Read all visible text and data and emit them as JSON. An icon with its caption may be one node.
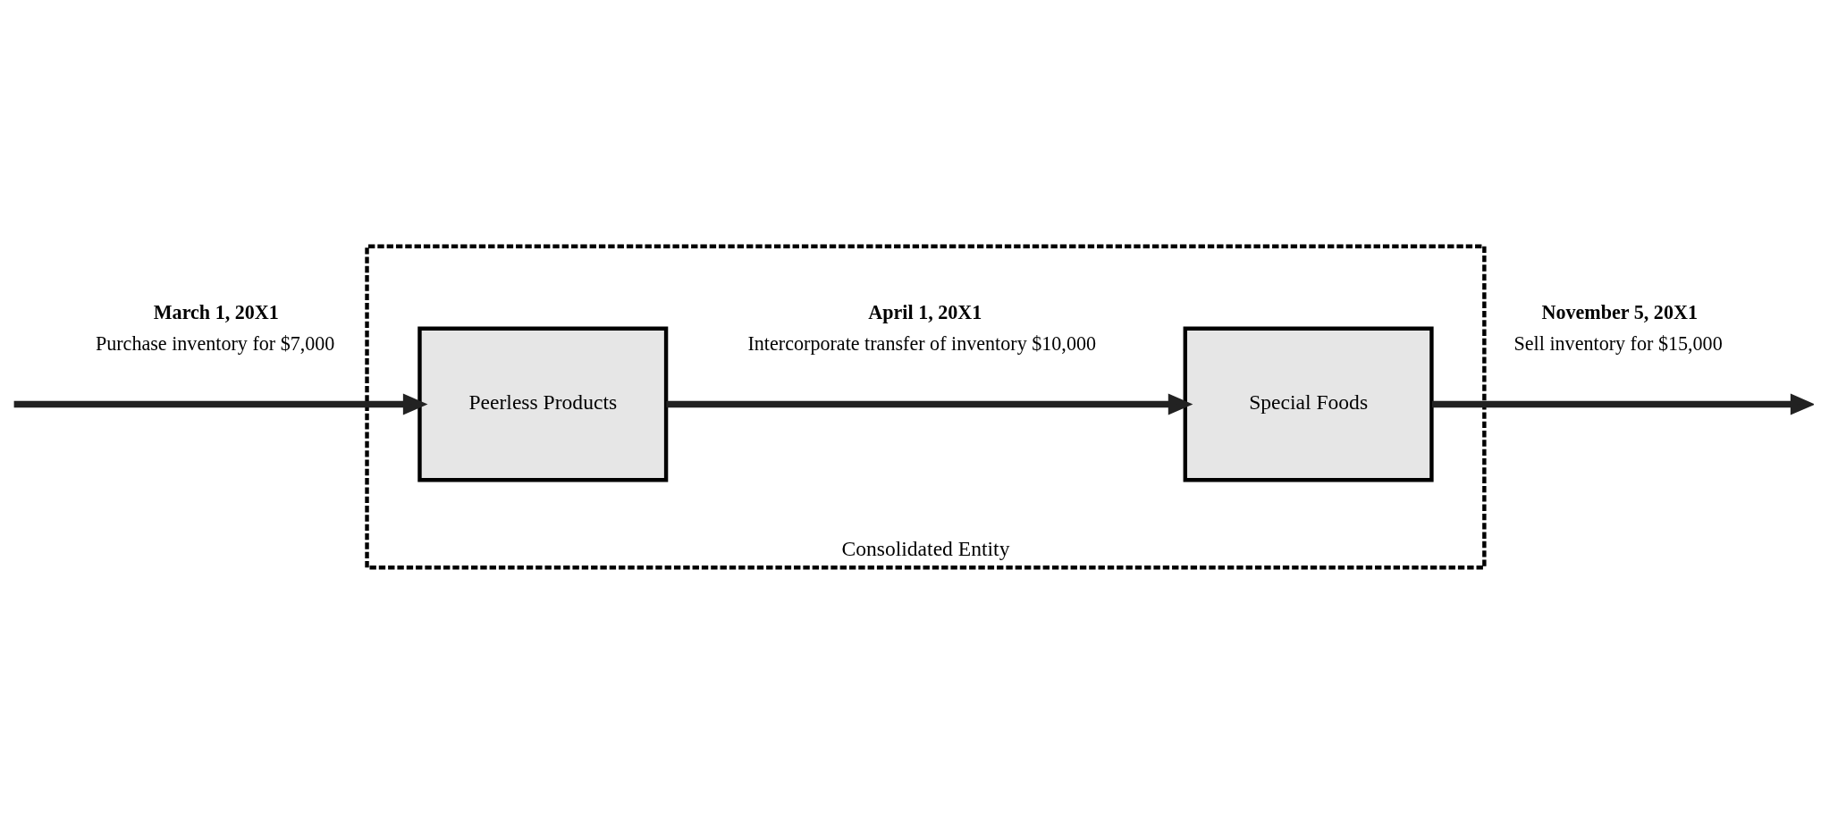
{
  "diagram": {
    "nodes": [
      {
        "text": [
          "Consolidated Entity"
        ]
      },
      {
        "text": [
          "Peerless Products"
        ],
        "in": 0
      },
      {
        "text": [
          "Special Foods"
        ],
        "in": 0
      }
    ],
    "edges": [
      {
        "from": null,
        "to": 1,
        "arrow": "to",
        "label": [
          "March 1, 20X1",
          "Purchase inventory for $7,000"
        ]
      },
      {
        "from": 1,
        "to": 2,
        "arrow": "to",
        "label": [
          "April 1, 20X1",
          "Intercorporate transfer of inventory $10,000"
        ]
      },
      {
        "from": 2,
        "to": null,
        "arrow": "to",
        "label": [
          "November 5, 20X1",
          "Sell inventory for $15,000"
        ]
      }
    ]
  }
}
